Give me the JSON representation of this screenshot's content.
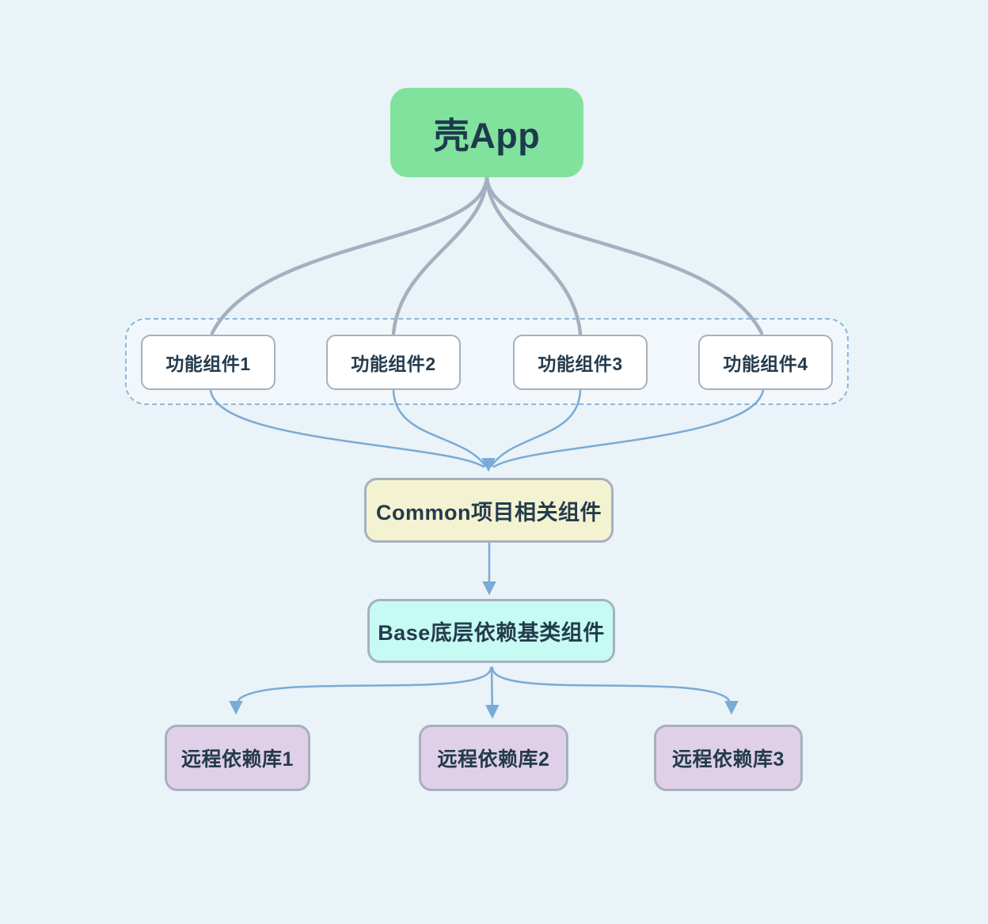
{
  "diagram": {
    "nodes": {
      "shell": {
        "label": "壳App",
        "bg": "#80e29c"
      },
      "features": {
        "bg": "#ffffff",
        "items": [
          {
            "label": "功能组件1"
          },
          {
            "label": "功能组件2"
          },
          {
            "label": "功能组件3"
          },
          {
            "label": "功能组件4"
          }
        ]
      },
      "common": {
        "label": "Common项目相关组件",
        "bg": "#f4f3d1"
      },
      "base": {
        "label": "Base底层依赖基类组件",
        "bg": "#c5fbf2"
      },
      "remotes": {
        "bg": "#e0cfe9",
        "items": [
          {
            "label": "远程依赖库1"
          },
          {
            "label": "远程依赖库2"
          },
          {
            "label": "远程依赖库3"
          }
        ]
      }
    },
    "edges": [
      {
        "from": "壳App",
        "to": "功能组件1",
        "style": "gray-curve"
      },
      {
        "from": "壳App",
        "to": "功能组件2",
        "style": "gray-curve"
      },
      {
        "from": "壳App",
        "to": "功能组件3",
        "style": "gray-curve"
      },
      {
        "from": "壳App",
        "to": "功能组件4",
        "style": "gray-curve"
      },
      {
        "from": "功能组件1",
        "to": "Common项目相关组件",
        "style": "blue-arrow"
      },
      {
        "from": "功能组件2",
        "to": "Common项目相关组件",
        "style": "blue-arrow"
      },
      {
        "from": "功能组件3",
        "to": "Common项目相关组件",
        "style": "blue-arrow"
      },
      {
        "from": "功能组件4",
        "to": "Common项目相关组件",
        "style": "blue-arrow"
      },
      {
        "from": "Common项目相关组件",
        "to": "Base底层依赖基类组件",
        "style": "blue-arrow"
      },
      {
        "from": "Base底层依赖基类组件",
        "to": "远程依赖库1",
        "style": "blue-arrow"
      },
      {
        "from": "Base底层依赖基类组件",
        "to": "远程依赖库2",
        "style": "blue-arrow"
      },
      {
        "from": "Base底层依赖基类组件",
        "to": "远程依赖库3",
        "style": "blue-arrow"
      }
    ],
    "colors": {
      "canvas_bg": "#eaf3f7",
      "node_border": "#a6b0bf",
      "group_border": "#8fb6dd",
      "edge_gray": "#a4afbf",
      "edge_blue": "#79abd6",
      "text": "#243b4d"
    }
  }
}
